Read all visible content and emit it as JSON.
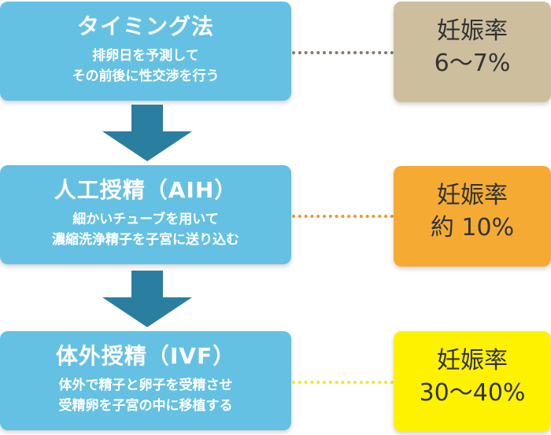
{
  "steps": [
    {
      "title": "タイミング法",
      "desc_line1": "排卵日を予測して",
      "desc_line2": "その前後に性交渉を行う"
    },
    {
      "title": "人工授精（AIH）",
      "desc_line1": "細かいチューブを用いて",
      "desc_line2": "濃縮洗浄精子を子宮に送り込む"
    },
    {
      "title": "体外授精（IVF）",
      "desc_line1": "体外で精子と卵子を受精させ",
      "desc_line2": "受精卵を子宮の中に移植する"
    }
  ],
  "rates": [
    {
      "label": "妊娠率",
      "value": "6～7%",
      "color": "#cdbe9e",
      "dot_color": "#8a7868"
    },
    {
      "label": "妊娠率",
      "value": "約 10%",
      "color": "#f5ab33",
      "dot_color": "#f0962a"
    },
    {
      "label": "妊娠率",
      "value": "30～40%",
      "color": "#fff200",
      "dot_color": "#f3e530"
    }
  ],
  "colors": {
    "step_fill": "#65c1e3",
    "arrow": "#2a7fa0"
  }
}
